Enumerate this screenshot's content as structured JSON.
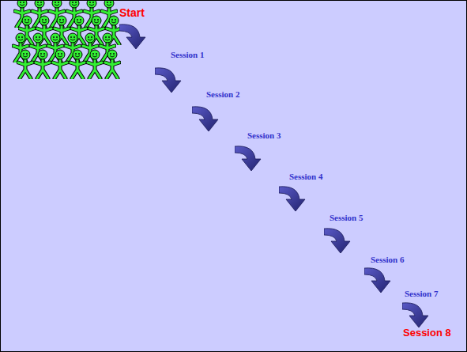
{
  "diagram": {
    "labels": [
      "Start",
      "Session 1",
      "Session 2",
      "Session 3",
      "Session 4",
      "Session 5",
      "Session 6",
      "Session 7",
      "Session 8"
    ]
  }
}
